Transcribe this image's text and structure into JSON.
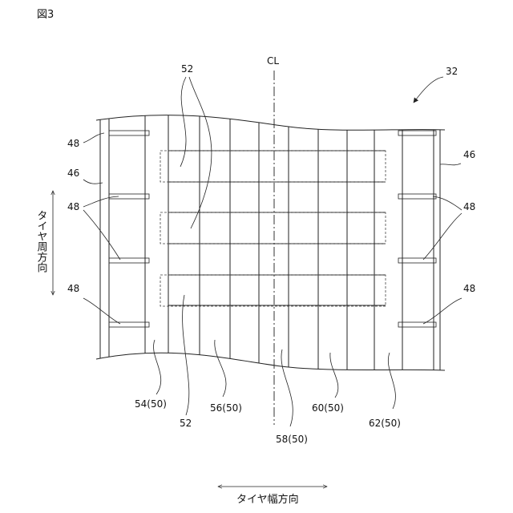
{
  "figure_label": "図3",
  "centerline_label": "CL",
  "ref_tread": "32",
  "ref_block_52": "52",
  "ref_edge_46": "46",
  "ref_sipe_48": "48",
  "groove_54": "54(50)",
  "groove_56": "56(50)",
  "groove_58": "58(50)",
  "groove_60": "60(50)",
  "groove_62": "62(50)",
  "circumferential_direction": "タイヤ周方向",
  "width_direction": "タイヤ幅方向"
}
